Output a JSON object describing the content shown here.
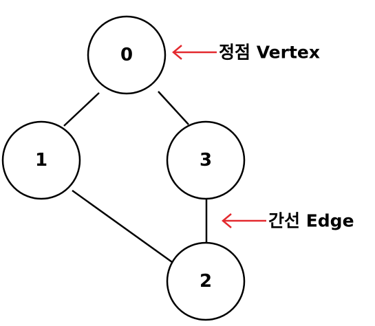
{
  "nodes": [
    {
      "id": "0",
      "label": "0"
    },
    {
      "id": "1",
      "label": "1"
    },
    {
      "id": "2",
      "label": "2"
    },
    {
      "id": "3",
      "label": "3"
    }
  ],
  "edges": [
    {
      "from": "0",
      "to": "1"
    },
    {
      "from": "0",
      "to": "3"
    },
    {
      "from": "1",
      "to": "2"
    },
    {
      "from": "3",
      "to": "2"
    }
  ],
  "annotations": {
    "vertex": {
      "text": "정점 Vertex",
      "target": "0"
    },
    "edge": {
      "text": "간선 Edge",
      "target": "3-2"
    }
  },
  "colors": {
    "stroke": "#000000",
    "arrow": "#e3292e",
    "background": "#ffffff"
  }
}
